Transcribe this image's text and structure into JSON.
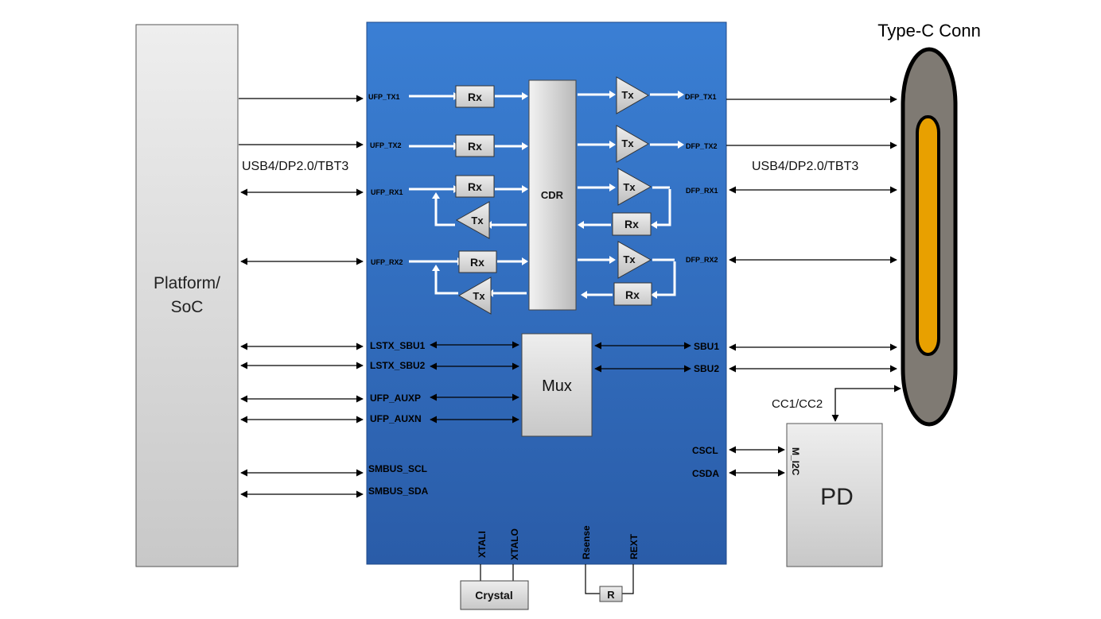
{
  "title": "Type-C Conn",
  "blocks": {
    "platform_line1": "Platform/",
    "platform_line2": "SoC",
    "cdr": "CDR",
    "mux": "Mux",
    "pd": "PD",
    "m_i2c": "M_I2C",
    "crystal": "Crystal",
    "resistor": "R",
    "rx": "Rx",
    "tx": "Tx"
  },
  "bus_labels": {
    "left": "USB4/DP2.0/TBT3",
    "right": "USB4/DP2.0/TBT3",
    "cc": "CC1/CC2"
  },
  "pins": {
    "ufp_tx1": "UFP_TX1",
    "ufp_tx2": "UFP_TX2",
    "ufp_rx1": "UFP_RX1",
    "ufp_rx2": "UFP_RX2",
    "dfp_tx1": "DFP_TX1",
    "dfp_tx2": "DFP_TX2",
    "dfp_rx1": "DFP_RX1",
    "dfp_rx2": "DFP_RX2",
    "lstx_sbu1": "LSTX_SBU1",
    "lstx_sbu2": "LSTX_SBU2",
    "ufp_auxp": "UFP_AUXP",
    "ufp_auxn": "UFP_AUXN",
    "smbus_scl": "SMBUS_SCL",
    "smbus_sda": "SMBUS_SDA",
    "sbu1": "SBU1",
    "sbu2": "SBU2",
    "cscl": "CSCL",
    "csda": "CSDA",
    "xtali": "XTALI",
    "xtalo": "XTALO",
    "rsense": "Rsense",
    "rext": "REXT"
  },
  "colors": {
    "chip_blue": "#2f6bc0",
    "connector_orange": "#e8a000",
    "connector_gray": "#7f7a73"
  }
}
